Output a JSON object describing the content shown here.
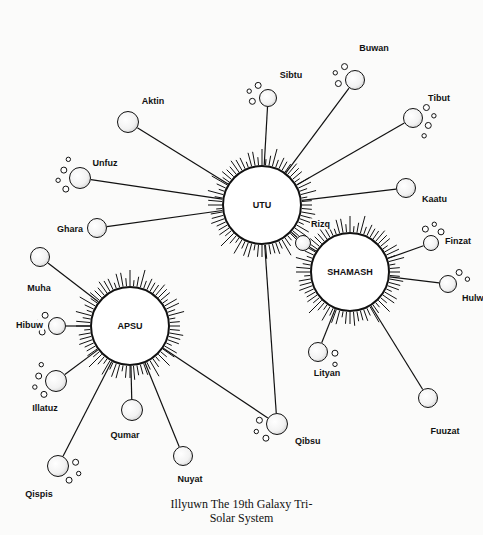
{
  "diagram": {
    "caption": "Illyuwn The 19th Galaxy Tri-Solar System",
    "nodes": [
      {
        "text": [
          "Buwan"
        ]
      },
      {
        "text": [
          "Sibtu"
        ]
      },
      {
        "text": [
          "Aktin"
        ]
      },
      {
        "text": [
          "Tibut"
        ]
      },
      {
        "text": [
          "Unfuz"
        ]
      },
      {
        "text": [
          "UTU"
        ]
      },
      {
        "text": [
          "Kaatu"
        ]
      },
      {
        "text": [
          "Ghara"
        ]
      },
      {
        "text": [
          "Rizq"
        ]
      },
      {
        "text": [
          "Finzat"
        ]
      },
      {
        "text": [
          "SHAMASH"
        ]
      },
      {
        "text": [
          "Muha"
        ]
      },
      {
        "text": [
          "Hulw"
        ]
      },
      {
        "text": [
          "Hibuw"
        ]
      },
      {
        "text": [
          "APSU"
        ]
      },
      {
        "text": [
          "Lityan"
        ]
      },
      {
        "text": [
          "Illatuz"
        ]
      },
      {
        "text": [
          "Fuuzat"
        ]
      },
      {
        "text": [
          "Qumar"
        ]
      },
      {
        "text": [
          "Qibsu"
        ]
      },
      {
        "text": [
          "Nuyat"
        ]
      },
      {
        "text": [
          "Qispis"
        ]
      }
    ],
    "edges": [
      {
        "from": 5,
        "to": 0,
        "arrow": "none"
      },
      {
        "from": 5,
        "to": 1,
        "arrow": "none"
      },
      {
        "from": 5,
        "to": 2,
        "arrow": "none"
      },
      {
        "from": 5,
        "to": 3,
        "arrow": "none"
      },
      {
        "from": 5,
        "to": 4,
        "arrow": "none"
      },
      {
        "from": 5,
        "to": 6,
        "arrow": "none"
      },
      {
        "from": 5,
        "to": 7,
        "arrow": "none"
      },
      {
        "from": 5,
        "to": 8,
        "arrow": "none"
      },
      {
        "from": 5,
        "to": 19,
        "arrow": "none"
      },
      {
        "from": 10,
        "to": 8,
        "arrow": "none"
      },
      {
        "from": 10,
        "to": 9,
        "arrow": "none"
      },
      {
        "from": 10,
        "to": 12,
        "arrow": "none"
      },
      {
        "from": 10,
        "to": 15,
        "arrow": "none"
      },
      {
        "from": 10,
        "to": 17,
        "arrow": "none"
      },
      {
        "from": 14,
        "to": 11,
        "arrow": "none"
      },
      {
        "from": 14,
        "to": 13,
        "arrow": "none"
      },
      {
        "from": 14,
        "to": 16,
        "arrow": "none"
      },
      {
        "from": 14,
        "to": 18,
        "arrow": "none"
      },
      {
        "from": 14,
        "to": 19,
        "arrow": "none"
      },
      {
        "from": 14,
        "to": 20,
        "arrow": "none"
      },
      {
        "from": 14,
        "to": 21,
        "arrow": "none"
      }
    ]
  }
}
